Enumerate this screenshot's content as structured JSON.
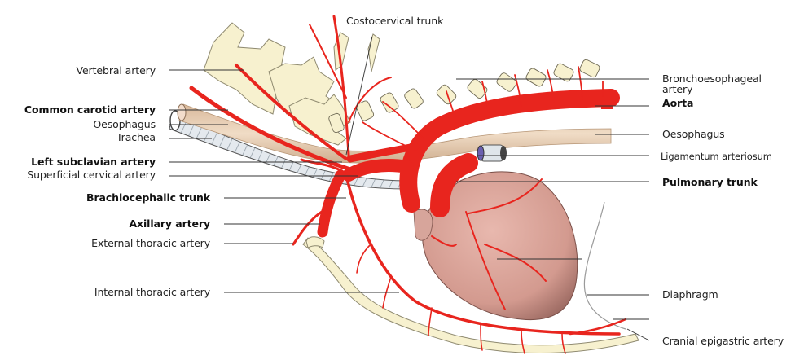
{
  "diagram": {
    "title": "Arteries of the thorax (left lateral view)",
    "colors": {
      "artery": "#e8251e",
      "bone": "#f7f1cf",
      "heart": "#d9a196",
      "oesophagus": "#e7cdb0",
      "trachea": "#dfe5ea",
      "leader_line": "#333333",
      "text": "#222222"
    },
    "labels": {
      "costocervical_trunk": "Costocervical trunk",
      "vertebral_artery": "Vertebral artery",
      "common_carotid_artery": "Common carotid artery",
      "oesophagus_left": "Oesophagus",
      "trachea": "Trachea",
      "left_subclavian_artery": "Left subclavian artery",
      "superficial_cervical_artery": "Superficial cervical artery",
      "brachiocephalic_trunk": "Brachiocephalic trunk",
      "axillary_artery": "Axillary artery",
      "external_thoracic_artery": "External thoracic artery",
      "internal_thoracic_artery": "Internal thoracic artery",
      "bronchoesophageal_artery_line1": "Bronchoesophageal",
      "bronchoesophageal_artery_line2": "artery",
      "aorta": "Aorta",
      "oesophagus_right": "Oesophagus",
      "ligamentum_arteriosum": "Ligamentum arteriosum",
      "pulmonary_trunk": "Pulmonary trunk",
      "diaphragm": "Diaphragm",
      "cranial_epigastric_artery": "Cranial epigastric artery"
    }
  }
}
